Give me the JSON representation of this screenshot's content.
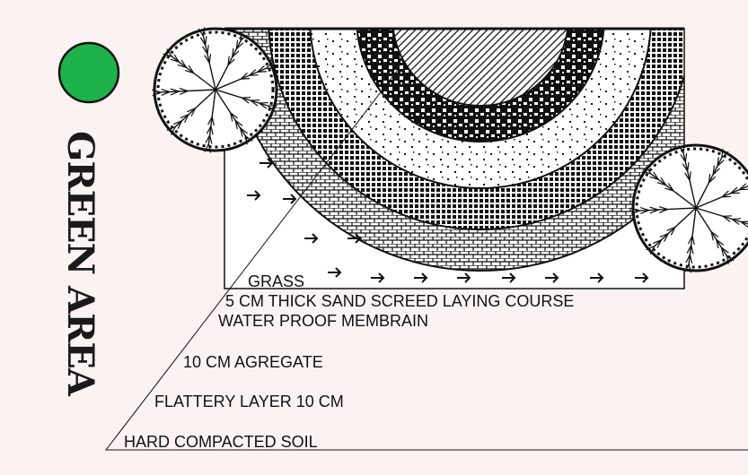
{
  "title": "GREEN AREA",
  "legend_dot_color": "#1db24a",
  "layers": [
    "GRASS",
    "5 CM THICK SAND SCREED LAYING COURSE",
    "WATER PROOF MEMBRAIN",
    "10 CM AGREGATE",
    "FLATTERY LAYER 10 CM",
    "HARD COMPACTED SOIL"
  ],
  "icons": [
    "tree-icon",
    "arrow-icon"
  ]
}
